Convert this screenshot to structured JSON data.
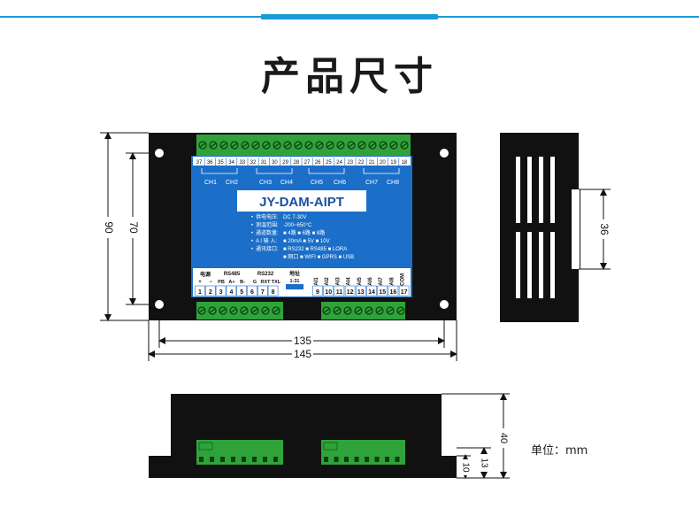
{
  "page": {
    "title": "产品尺寸"
  },
  "panel": {
    "model": "JY-DAM-AIPT",
    "top_terminals": [
      "37",
      "36",
      "35",
      "34",
      "33",
      "32",
      "31",
      "30",
      "29",
      "28",
      "27",
      "26",
      "25",
      "24",
      "23",
      "22",
      "21",
      "20",
      "19",
      "18"
    ],
    "channels": [
      "CH1",
      "CH2",
      "CH3",
      "CH4",
      "CH5",
      "CH6",
      "CH7",
      "CH8"
    ],
    "specs": [
      {
        "label": "供电电压:",
        "value": "DC 7-30V"
      },
      {
        "label": "测温范围:",
        "value": "-200~650°C"
      },
      {
        "label": "通道数量:",
        "value": "■ 4路  ■ 6路  ■ 8路"
      },
      {
        "label": "A I 输 入:",
        "value": "■ 20mA  ■ 5V  ■ 10V"
      },
      {
        "label": "通讯接口:",
        "value": "■ RS232  ■ RS485  ■ LORA"
      },
      {
        "label": "",
        "value": "■ 网口  ■ WIFI  ■ GPRS  ■ USB"
      }
    ],
    "bottom_groups": {
      "power": "电源",
      "power_pins": [
        "+",
        "−"
      ],
      "rs485": "RS485",
      "rs485_pins": [
        "PB",
        "A+",
        "B-"
      ],
      "rs232": "RS232",
      "rs232_pins": [
        "G",
        "RXT",
        "TXL"
      ],
      "address": "地址",
      "address_range": "1-31",
      "ai_pins": [
        "AI1",
        "AI2",
        "AI3",
        "AI4",
        "AI5",
        "AI6",
        "AI7",
        "AI8",
        "ACOM"
      ]
    },
    "bottom_terminals": [
      "1",
      "2",
      "3",
      "4",
      "5",
      "6",
      "7",
      "8",
      "9",
      "10",
      "11",
      "12",
      "13",
      "14",
      "15",
      "16",
      "17"
    ]
  },
  "dimensions": {
    "height_outer": "90",
    "height_inner": "70",
    "width_inner": "135",
    "width_outer": "145",
    "side_height": "36",
    "depth_total": "40",
    "depth_mid": "13",
    "depth_base": "10"
  },
  "unit_label": "单位：mm",
  "colors": {
    "accent": "#1a9ad6",
    "panel_blue": "#1b6fc9",
    "terminal_green": "#2fa33a",
    "body_black": "#111111"
  }
}
